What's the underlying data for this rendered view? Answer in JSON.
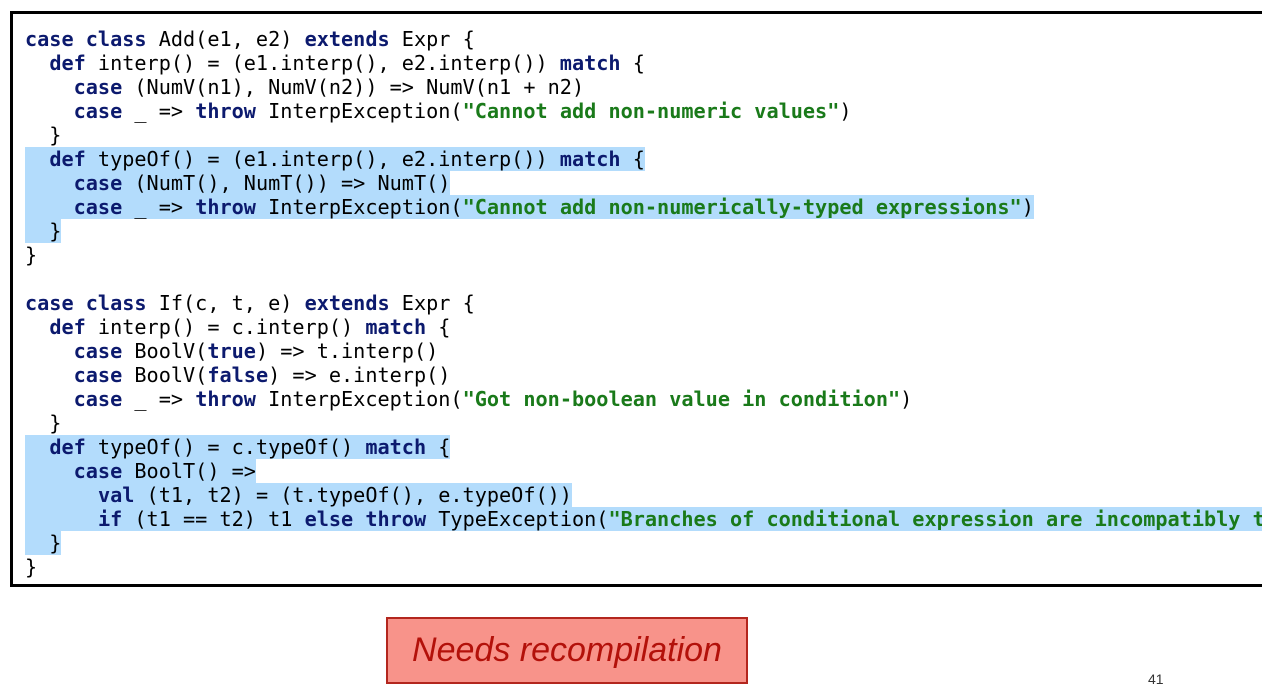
{
  "code_lines": [
    [
      {
        "t": "case class",
        "c": "kw"
      },
      {
        "t": " Add(e1, e2) "
      },
      {
        "t": "extends",
        "c": "kw"
      },
      {
        "t": " Expr {"
      }
    ],
    [
      {
        "t": "  "
      },
      {
        "t": "def",
        "c": "kw"
      },
      {
        "t": " interp() = (e1.interp(), e2.interp()) "
      },
      {
        "t": "match",
        "c": "kw"
      },
      {
        "t": " {"
      }
    ],
    [
      {
        "t": "    "
      },
      {
        "t": "case",
        "c": "kw"
      },
      {
        "t": " (NumV(n1), NumV(n2)) => NumV(n1 + n2)"
      }
    ],
    [
      {
        "t": "    "
      },
      {
        "t": "case",
        "c": "kw"
      },
      {
        "t": " _ => "
      },
      {
        "t": "throw",
        "c": "kw"
      },
      {
        "t": " InterpException("
      },
      {
        "t": "\"Cannot add non-numeric values\"",
        "c": "str"
      },
      {
        "t": ")"
      }
    ],
    [
      {
        "t": "  }"
      }
    ],
    [
      {
        "t": "  "
      },
      {
        "t": "def",
        "c": "kw"
      },
      {
        "t": " typeOf() = (e1.interp(), e2.interp()) "
      },
      {
        "t": "match",
        "c": "kw"
      },
      {
        "t": " {"
      }
    ],
    [
      {
        "t": "    "
      },
      {
        "t": "case",
        "c": "kw"
      },
      {
        "t": " (NumT(), NumT()) => NumT()"
      }
    ],
    [
      {
        "t": "    "
      },
      {
        "t": "case",
        "c": "kw"
      },
      {
        "t": " _ => "
      },
      {
        "t": "throw",
        "c": "kw"
      },
      {
        "t": " InterpException("
      },
      {
        "t": "\"Cannot add non-numerically-typed expressions\"",
        "c": "str"
      },
      {
        "t": ")"
      }
    ],
    [
      {
        "t": "  }"
      }
    ],
    [
      {
        "t": "}"
      }
    ],
    [],
    [
      {
        "t": "case class",
        "c": "kw"
      },
      {
        "t": " If(c, t, e) "
      },
      {
        "t": "extends",
        "c": "kw"
      },
      {
        "t": " Expr {"
      }
    ],
    [
      {
        "t": "  "
      },
      {
        "t": "def",
        "c": "kw"
      },
      {
        "t": " interp() = c.interp() "
      },
      {
        "t": "match",
        "c": "kw"
      },
      {
        "t": " {"
      }
    ],
    [
      {
        "t": "    "
      },
      {
        "t": "case",
        "c": "kw"
      },
      {
        "t": " BoolV("
      },
      {
        "t": "true",
        "c": "kw"
      },
      {
        "t": ") => t.interp()"
      }
    ],
    [
      {
        "t": "    "
      },
      {
        "t": "case",
        "c": "kw"
      },
      {
        "t": " BoolV("
      },
      {
        "t": "false",
        "c": "kw"
      },
      {
        "t": ") => e.interp()"
      }
    ],
    [
      {
        "t": "    "
      },
      {
        "t": "case",
        "c": "kw"
      },
      {
        "t": " _ => "
      },
      {
        "t": "throw",
        "c": "kw"
      },
      {
        "t": " InterpException("
      },
      {
        "t": "\"Got non-boolean value in condition\"",
        "c": "str"
      },
      {
        "t": ")"
      }
    ],
    [
      {
        "t": "  }"
      }
    ],
    [
      {
        "t": "  "
      },
      {
        "t": "def",
        "c": "kw"
      },
      {
        "t": " typeOf() = c.typeOf() "
      },
      {
        "t": "match",
        "c": "kw"
      },
      {
        "t": " {"
      }
    ],
    [
      {
        "t": "    "
      },
      {
        "t": "case",
        "c": "kw"
      },
      {
        "t": " BoolT() =>"
      }
    ],
    [
      {
        "t": "      "
      },
      {
        "t": "val",
        "c": "kw"
      },
      {
        "t": " (t1, t2) = (t.typeOf(), e.typeOf())"
      }
    ],
    [
      {
        "t": "      "
      },
      {
        "t": "if",
        "c": "kw"
      },
      {
        "t": " (t1 == t2) t1 "
      },
      {
        "t": "else",
        "c": "kw"
      },
      {
        "t": " "
      },
      {
        "t": "throw",
        "c": "kw"
      },
      {
        "t": " TypeException("
      },
      {
        "t": "\"Branches of conditional expression are incompatibly typed\"",
        "c": "str"
      },
      {
        "t": ")"
      }
    ],
    [
      {
        "t": "  }"
      }
    ],
    [
      {
        "t": "}"
      }
    ]
  ],
  "highlighted_lines": [
    5,
    6,
    7,
    8,
    17,
    18,
    19,
    20,
    21
  ],
  "callout": {
    "text": "Needs recompilation"
  },
  "page_number": "41",
  "colors": {
    "keyword": "#0c1a6e",
    "string": "#1a7a1a",
    "highlight": "#b3dcfc",
    "callout_bg": "#f8938a",
    "callout_text": "#b3110a"
  }
}
